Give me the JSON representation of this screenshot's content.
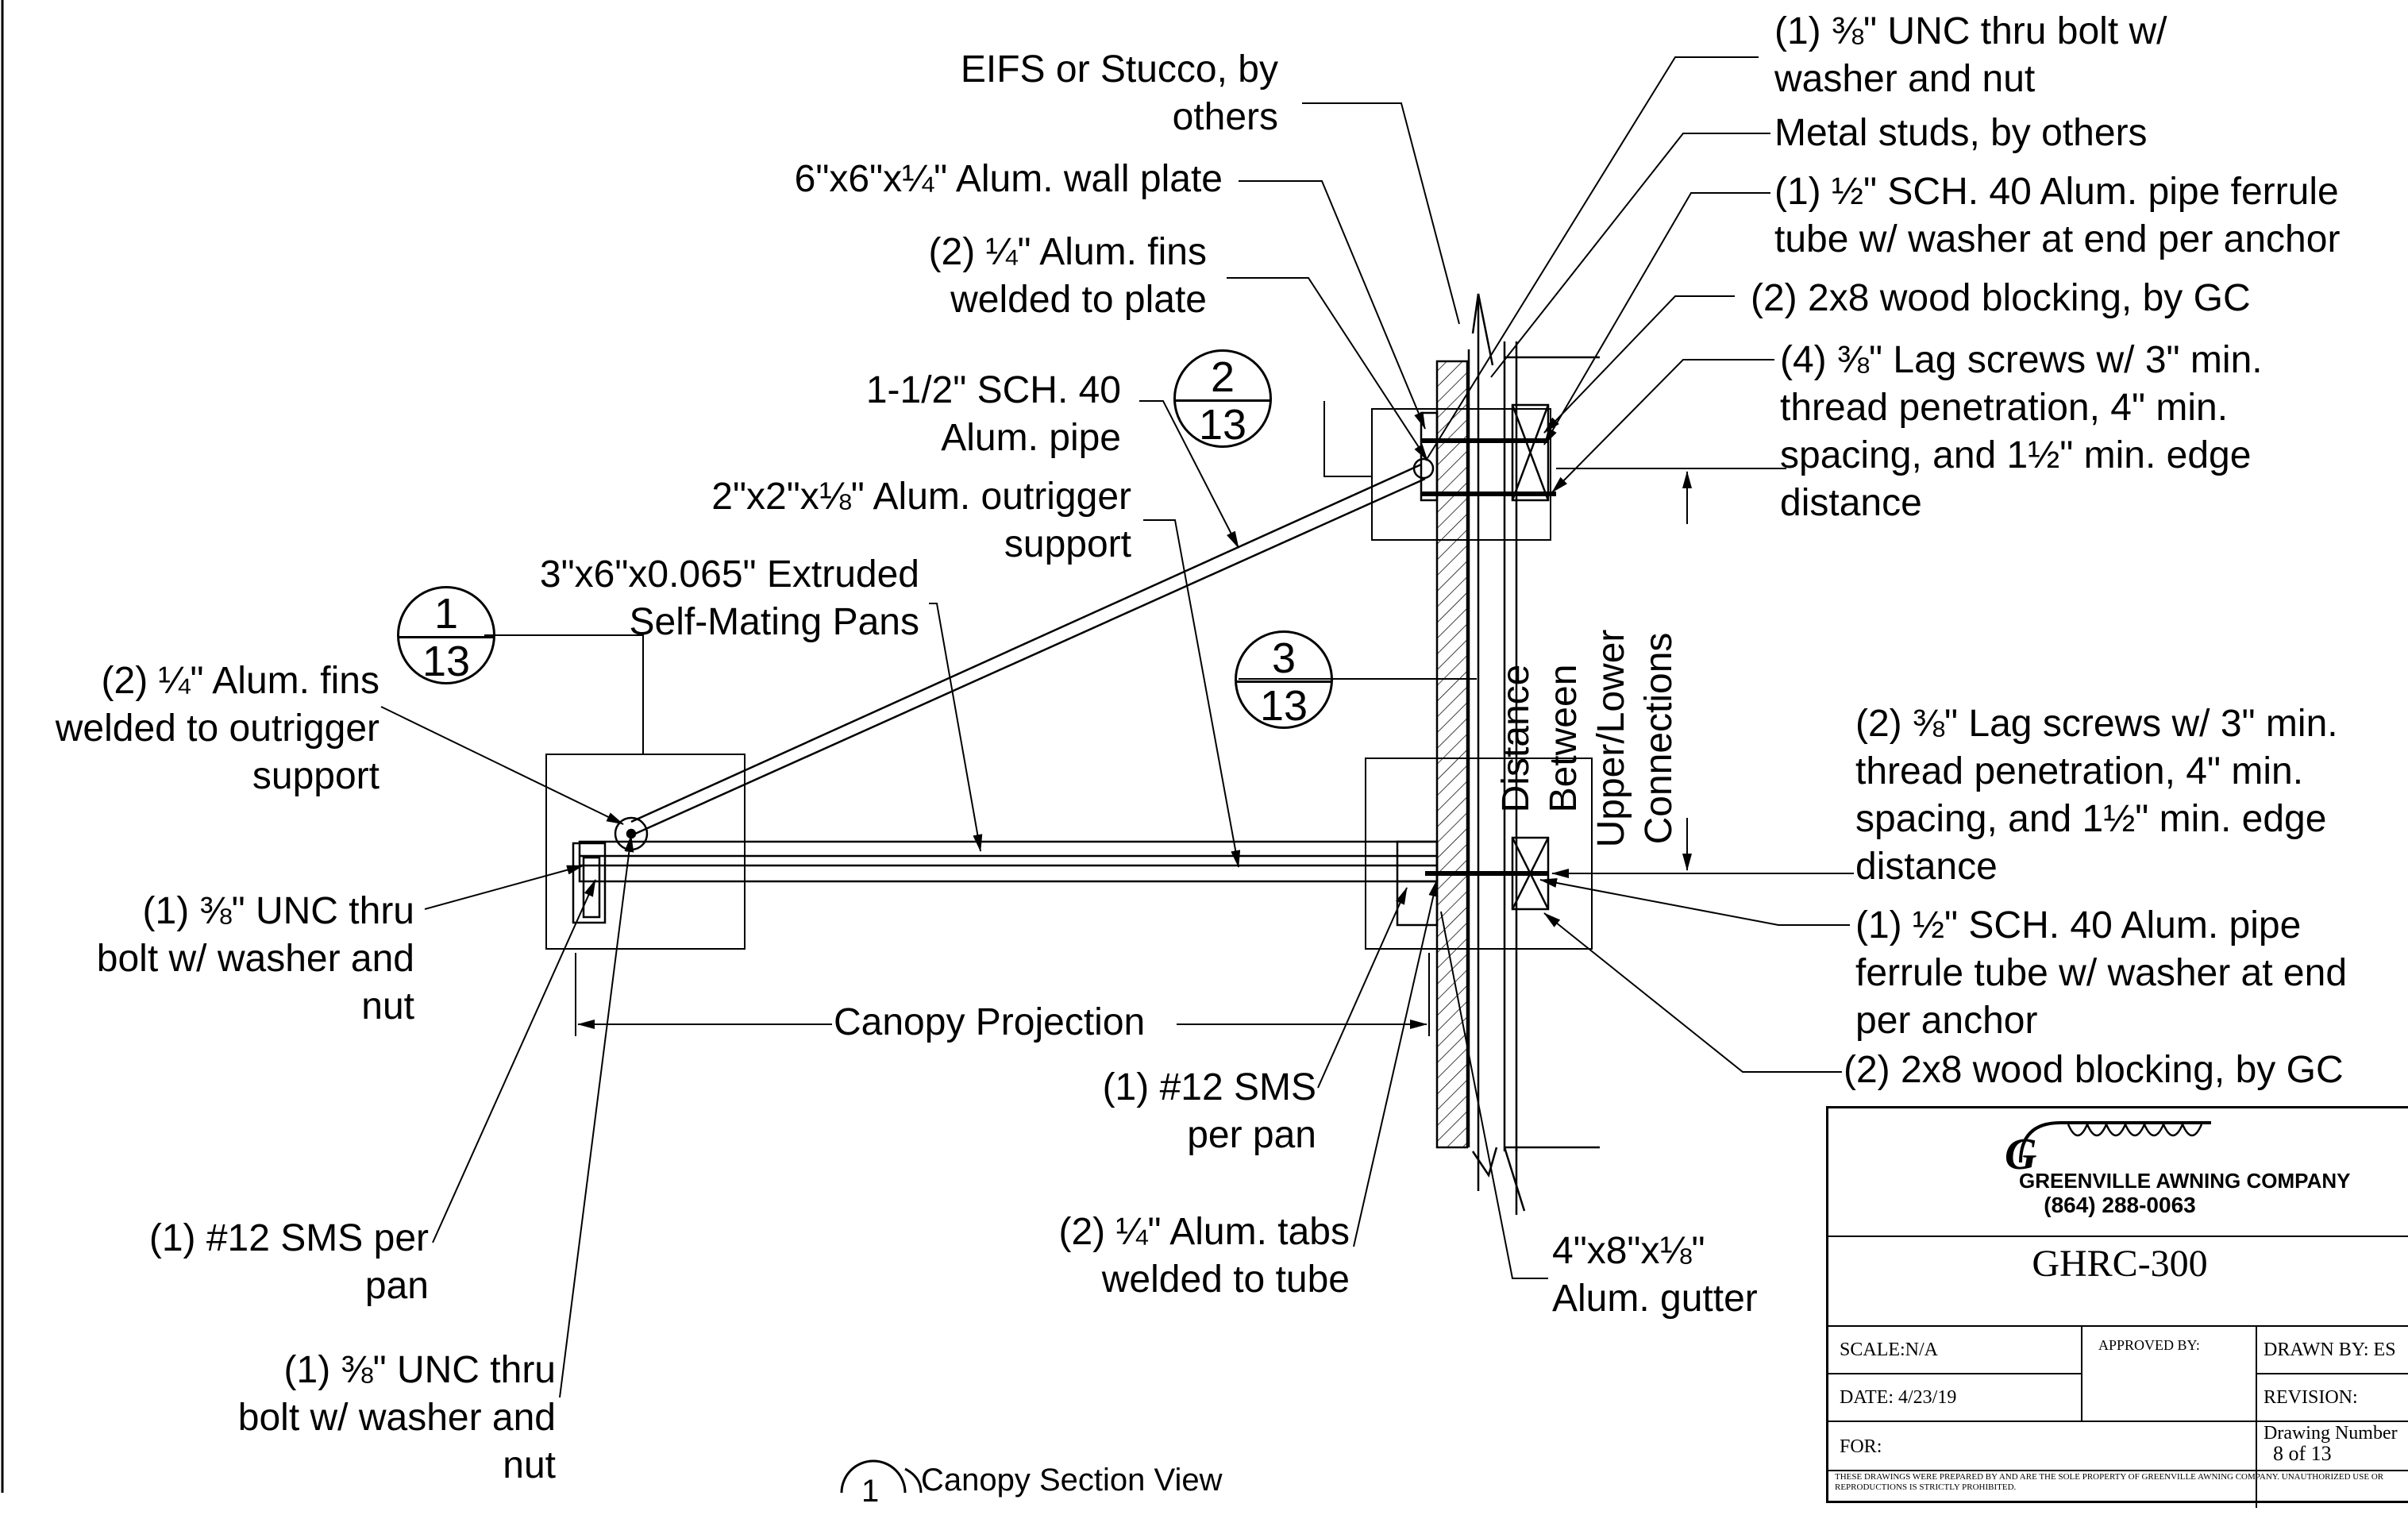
{
  "labels": {
    "l_eifs": [
      "EIFS or Stucco, by",
      "others"
    ],
    "l_wallplate": [
      "6\"x6\"x¼\" Alum. wall plate"
    ],
    "l_fins_plate": [
      "(2) ¼\" Alum. fins",
      "welded to plate"
    ],
    "l_pipe": [
      "1-1/2\" SCH. 40",
      "Alum. pipe"
    ],
    "l_outrigger": [
      "2\"x2\"x⅛\" Alum. outrigger",
      "support"
    ],
    "l_pans": [
      "3\"x6\"x0.065\" Extruded",
      "Self-Mating Pans"
    ],
    "l_fins_outrigger": [
      "(2) ¼\" Alum. fins",
      "welded to outrigger",
      "support"
    ],
    "l_bolt_left": [
      "(1) ⅜\" UNC thru",
      "bolt w/ washer and",
      "nut"
    ],
    "l_sms_left": [
      "(1) #12 SMS per",
      "pan"
    ],
    "l_bolt_bottom": [
      "(1) ⅜\" UNC thru",
      "bolt w/ washer and",
      "nut"
    ],
    "l_sms_mid": [
      "(1) #12 SMS",
      "per pan"
    ],
    "l_tabs": [
      "(2) ¼\" Alum. tabs",
      "welded to tube"
    ],
    "l_gutter": [
      "4\"x8\"x⅛\"",
      "Alum. gutter"
    ],
    "l_bolt_top": [
      "(1) ⅜\" UNC thru bolt w/",
      "washer and nut"
    ],
    "l_studs": [
      "Metal studs, by others"
    ],
    "l_ferrule_top": [
      "(1) ½\" SCH. 40 Alum. pipe ferrule",
      "tube w/ washer at end per anchor"
    ],
    "l_blocking_top": [
      "(2) 2x8 wood blocking, by GC"
    ],
    "l_lag_top": [
      "(4) ⅜\" Lag screws w/ 3\" min.",
      "thread penetration, 4\" min.",
      "spacing, and 1½\" min. edge",
      "distance"
    ],
    "l_lag_bottom": [
      "(2) ⅜\" Lag screws w/ 3\" min.",
      "thread penetration, 4\" min.",
      "spacing, and 1½\" min. edge",
      "distance"
    ],
    "l_ferrule_bottom": [
      "(1) ½\" SCH. 40 Alum. pipe",
      "ferrule tube w/ washer at end",
      "per anchor"
    ],
    "l_blocking_bottom": [
      "(2) 2x8 wood blocking, by GC"
    ],
    "l_distance": [
      "Distance",
      "Between",
      "Upper/Lower",
      "Connections"
    ],
    "l_projection": [
      "Canopy Projection"
    ]
  },
  "callouts": {
    "b1": {
      "top": "1",
      "bottom": "13"
    },
    "b2": {
      "top": "2",
      "bottom": "13"
    },
    "b3": {
      "top": "3",
      "bottom": "13"
    }
  },
  "view_title": {
    "number": "1",
    "text": "Canopy Section View"
  },
  "title_block": {
    "company_logo": "GREENVILLE AWNING COMPANY",
    "phone": "(864) 288-0063",
    "drawing_code": "GHRC-300",
    "scale": "SCALE:N/A",
    "approved_by": "APPROVED BY:",
    "drawn_by": "DRAWN BY: ES",
    "date": "DATE: 4/23/19",
    "revision": "REVISION:",
    "for": "FOR:",
    "drawing_number_label": "Drawing Number",
    "drawing_number": "8 of 13",
    "notice": "THESE DRAWINGS WERE PREPARED BY AND ARE THE SOLE PROPERTY OF GREENVILLE AWNING COMPANY. UNAUTHORIZED USE OR REPRODUCTIONS IS STRICTLY PROHIBITED."
  }
}
